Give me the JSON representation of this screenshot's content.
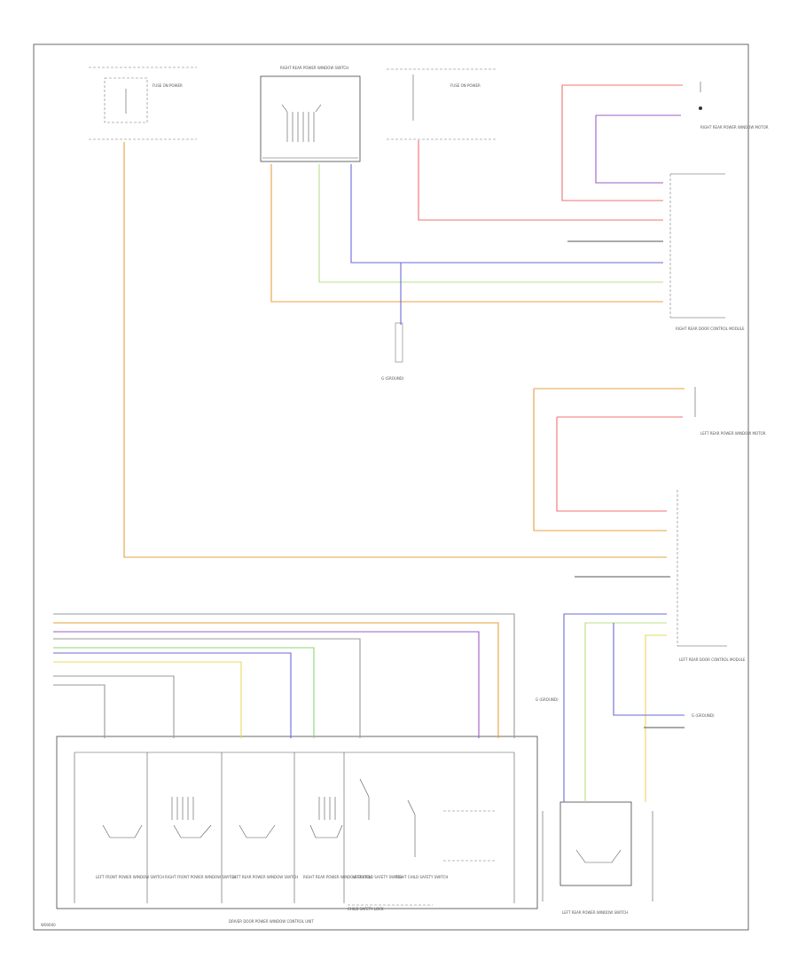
{
  "footer_code": "W00000",
  "components": {
    "fuse_left_note": "FUSE ON POWER",
    "fuse_center_note": "FUSE ON POWER",
    "right_rear_switch": "RIGHT REAR POWER WINDOW SWITCH",
    "right_rear_motor": "RIGHT REAR POWER WINDOW MOTOR",
    "right_rear_module": "RIGHT REAR DOOR CONTROL MODULE",
    "left_rear_motor": "LEFT REAR POWER WINDOW MOTOR",
    "left_rear_module": "LEFT REAR DOOR CONTROL MODULE",
    "ground_top": "G (GROUND)",
    "ground_right": "G (GROUND)",
    "ground_bottom": "G (GROUND)",
    "left_rear_switch": "LEFT REAR POWER WINDOW SWITCH",
    "master_panel": "DRIVER DOOR POWER WINDOW CONTROL UNIT",
    "child_lock_group": "CHILD SAFETY LOCK",
    "switch_labels": [
      "LEFT FRONT POWER WINDOW SWITCH",
      "RIGHT FRONT POWER WINDOW SWITCH",
      "LEFT REAR POWER WINDOW SWITCH",
      "RIGHT REAR POWER WINDOW SWITCH",
      "LEFT CHILD SAFETY SWITCH",
      "RIGHT CHILD SAFETY SWITCH"
    ]
  },
  "wires": {
    "orange": "#e8a040",
    "red": "#f07070",
    "purple": "#9a5cc8",
    "blue": "#6a6ad8",
    "green": "#8ad870",
    "yellow": "#e8d860",
    "lightgreen": "#b8e08a",
    "gray": "#999999",
    "black": "#555555"
  }
}
